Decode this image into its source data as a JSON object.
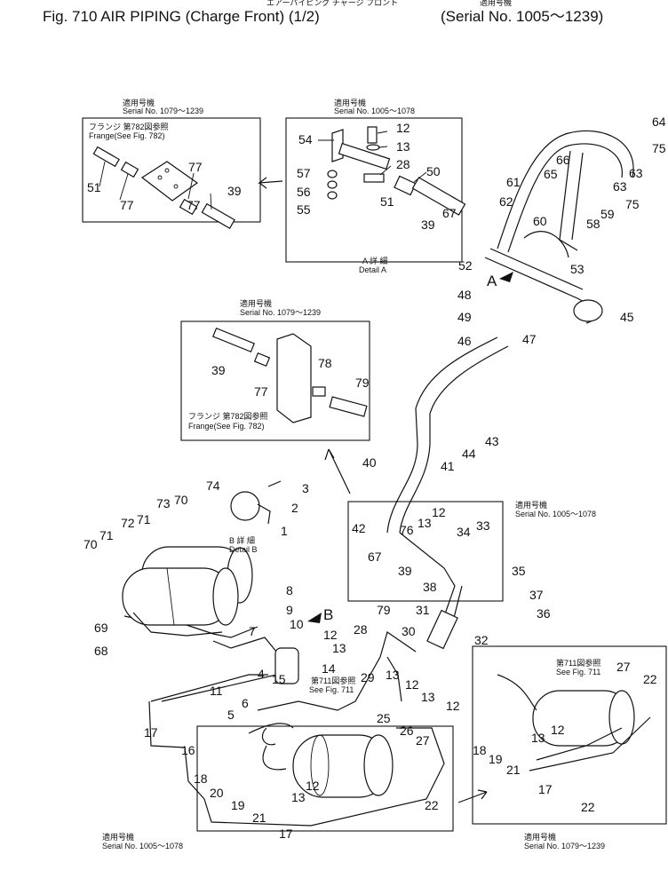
{
  "header": {
    "jp_top": "エアーパイピング チャージ フロント",
    "title": "Fig. 710  AIR PIPING (Charge Front) (1/2)",
    "jp_applicable": "適用号機",
    "serial": "(Serial No. 1005～1239)"
  },
  "insets": {
    "top_left": {
      "jp": "適用号機",
      "serial": "Serial No. 1079～1239",
      "flange_jp": "フランジ 第782図参照",
      "flange": "Frange(See Fig. 782)"
    },
    "detail_a": {
      "jp": "適用号機",
      "serial": "Serial No. 1005～1078",
      "caption_jp": "A 詳 細",
      "caption": "Detail A"
    },
    "middle": {
      "jp": "適用号機",
      "serial": "Serial No. 1079～1239",
      "flange_jp": "フランジ 第782図参照",
      "flange": "Frange(See Fig. 782)"
    },
    "detail_b": {
      "caption_jp": "B 詳 細",
      "caption": "Detail B"
    },
    "right_mid": {
      "jp": "適用号機",
      "serial": "Serial No. 1005～1078"
    },
    "bottom_left": {
      "jp": "適用号機",
      "serial": "Serial No. 1005～1078"
    },
    "bottom_right": {
      "jp": "適用号機",
      "serial": "Serial No. 1079～1239",
      "see_jp": "第711図参照",
      "see": "See Fig. 711"
    },
    "center_see": {
      "see_jp": "第711図参照",
      "see": "See Fig. 711"
    }
  },
  "markers": {
    "a": "A",
    "b": "B"
  },
  "parts": {
    "p1": "1",
    "p2": "2",
    "p3": "3",
    "p4": "4",
    "p5": "5",
    "p6": "6",
    "p7": "7",
    "p8": "8",
    "p9": "9",
    "p10": "10",
    "p11": "11",
    "p12": "12",
    "p13": "13",
    "p14": "14",
    "p15": "15",
    "p16": "16",
    "p17": "17",
    "p18": "18",
    "p19": "19",
    "p20": "20",
    "p21": "21",
    "p22": "22",
    "p25": "25",
    "p26": "26",
    "p27": "27",
    "p28": "28",
    "p29": "29",
    "p30": "30",
    "p31": "31",
    "p32": "32",
    "p33": "33",
    "p34": "34",
    "p35": "35",
    "p36": "36",
    "p37": "37",
    "p38": "38",
    "p39": "39",
    "p40": "40",
    "p41": "41",
    "p42": "42",
    "p43": "43",
    "p44": "44",
    "p45": "45",
    "p46": "46",
    "p47": "47",
    "p48": "48",
    "p49": "49",
    "p50": "50",
    "p51": "51",
    "p52": "52",
    "p53": "53",
    "p54": "54",
    "p55": "55",
    "p56": "56",
    "p57": "57",
    "p58": "58",
    "p59": "59",
    "p60": "60",
    "p61": "61",
    "p62": "62",
    "p63": "63",
    "p64": "64",
    "p65": "65",
    "p66": "66",
    "p67": "67",
    "p68": "68",
    "p69": "69",
    "p70": "70",
    "p71": "71",
    "p72": "72",
    "p73": "73",
    "p74": "74",
    "p75": "75",
    "p76": "76",
    "p77": "77",
    "p78": "78",
    "p79": "79"
  }
}
